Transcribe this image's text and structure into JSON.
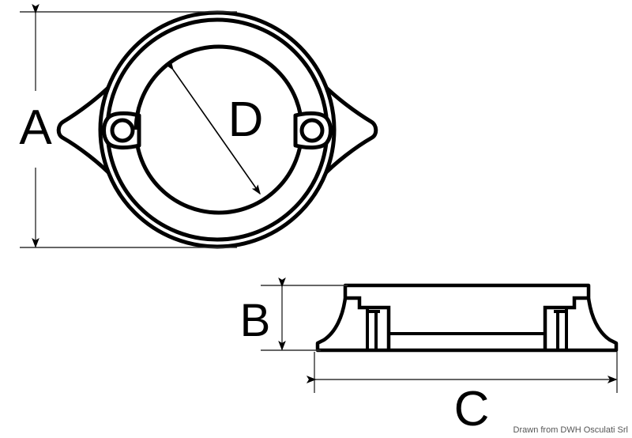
{
  "document": {
    "type": "technical-drawing",
    "subject": "Ring anode with two mounting wings",
    "background_color": "#ffffff",
    "line_color": "#000000",
    "dimension_line_color": "#333333",
    "watermark_color": "#555555"
  },
  "views": {
    "top_view": {
      "name": "top-view",
      "description": "Plan view: concentric ring with two opposed triangular wings, each with a bolt hole"
    },
    "side_view": {
      "name": "side-view",
      "description": "Cross-section profile: flat plate with flared concave flanks and internal bolt bosses"
    }
  },
  "dimensions": {
    "a": {
      "label": "A",
      "orientation": "vertical",
      "view": "top-view",
      "describes": "outer diameter of ring"
    },
    "b": {
      "label": "B",
      "orientation": "vertical",
      "view": "side-view",
      "describes": "overall height / thickness"
    },
    "c": {
      "label": "C",
      "orientation": "horizontal",
      "view": "side-view",
      "describes": "overall width across base"
    },
    "d": {
      "label": "D",
      "orientation": "diagonal",
      "view": "top-view",
      "describes": "inner bore diameter"
    }
  },
  "watermark": {
    "text": "Drawn from DWH Osculati Srl"
  }
}
